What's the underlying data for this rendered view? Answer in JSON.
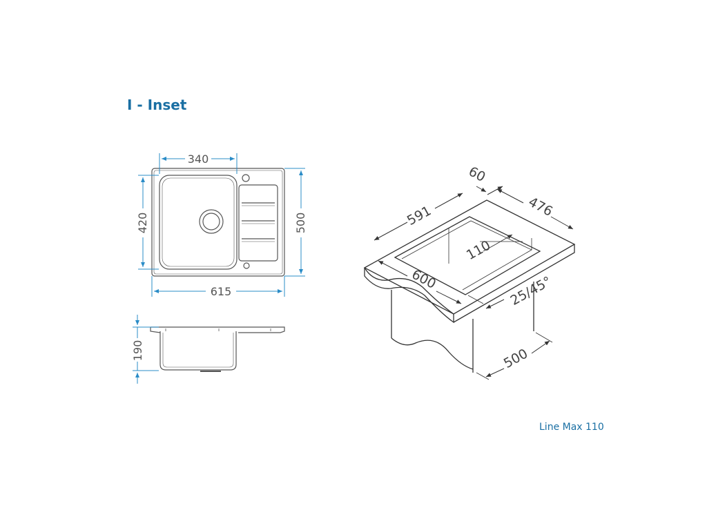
{
  "title": "I - Inset",
  "product_name": "Line Max 110",
  "colors": {
    "accent": "#1a6fa3",
    "dimension_line": "#2a8cc7",
    "outline": "#555555"
  },
  "top_view": {
    "bowl_width": "340",
    "bowl_depth": "420",
    "overall_width": "615",
    "overall_depth": "500"
  },
  "side_view": {
    "depth": "190"
  },
  "installation_view": {
    "edge_offset": "60",
    "cutout_length": "591",
    "cutout_width": "476",
    "drain_offset": "110",
    "worktop_depth": "600",
    "edge_profile": "25/45°",
    "cabinet_width": "500"
  }
}
